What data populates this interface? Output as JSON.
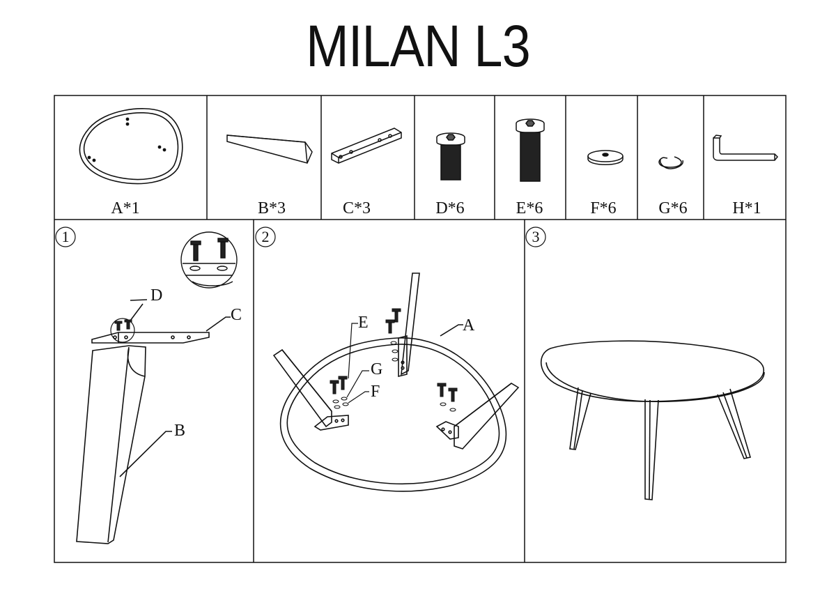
{
  "title": "MILAN L3",
  "parts": [
    {
      "id": "A",
      "label": "A*1",
      "icon": "tabletop-icon"
    },
    {
      "id": "B",
      "label": "B*3",
      "icon": "leg-icon"
    },
    {
      "id": "C",
      "label": "C*3",
      "icon": "bracket-plate-icon"
    },
    {
      "id": "D",
      "label": "D*6",
      "icon": "short-bolt-icon"
    },
    {
      "id": "E",
      "label": "E*6",
      "icon": "long-bolt-icon"
    },
    {
      "id": "F",
      "label": "F*6",
      "icon": "flat-washer-icon"
    },
    {
      "id": "G",
      "label": "G*6",
      "icon": "spring-washer-icon"
    },
    {
      "id": "H",
      "label": "H*1",
      "icon": "allen-key-icon"
    }
  ],
  "steps": [
    {
      "number": "1",
      "callouts": [
        "D",
        "C",
        "B"
      ]
    },
    {
      "number": "2",
      "callouts": [
        "E",
        "A",
        "G",
        "F"
      ]
    },
    {
      "number": "3"
    }
  ]
}
